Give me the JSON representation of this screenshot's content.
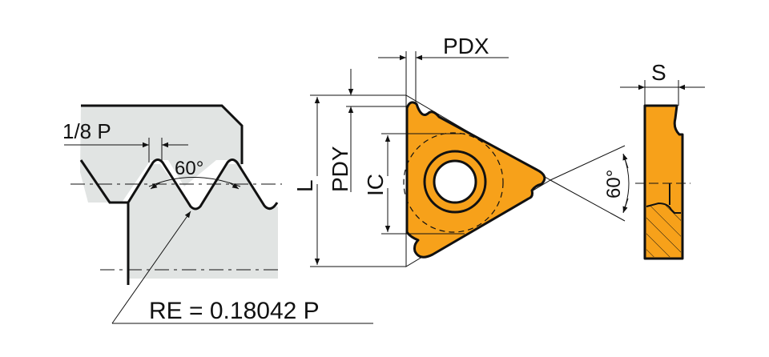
{
  "diagram": {
    "type": "technical-drawing",
    "subject": "threading insert geometry",
    "colors": {
      "insert_fill": "#F7A11A",
      "workpiece_fill": "#E1E4E3",
      "line": "#111111",
      "background": "#FFFFFF"
    },
    "thread_profile": {
      "pitch_fraction_label": "1/8 P",
      "flank_angle_label": "60°",
      "radius_label": "RE = 0.18042 P"
    },
    "insert_top_view": {
      "dim_pdx": "PDX",
      "dim_pdy": "PDY",
      "dim_l": "L",
      "dim_ic": "IC"
    },
    "insert_side_view": {
      "dim_s": "S",
      "angle_label": "60°"
    }
  }
}
